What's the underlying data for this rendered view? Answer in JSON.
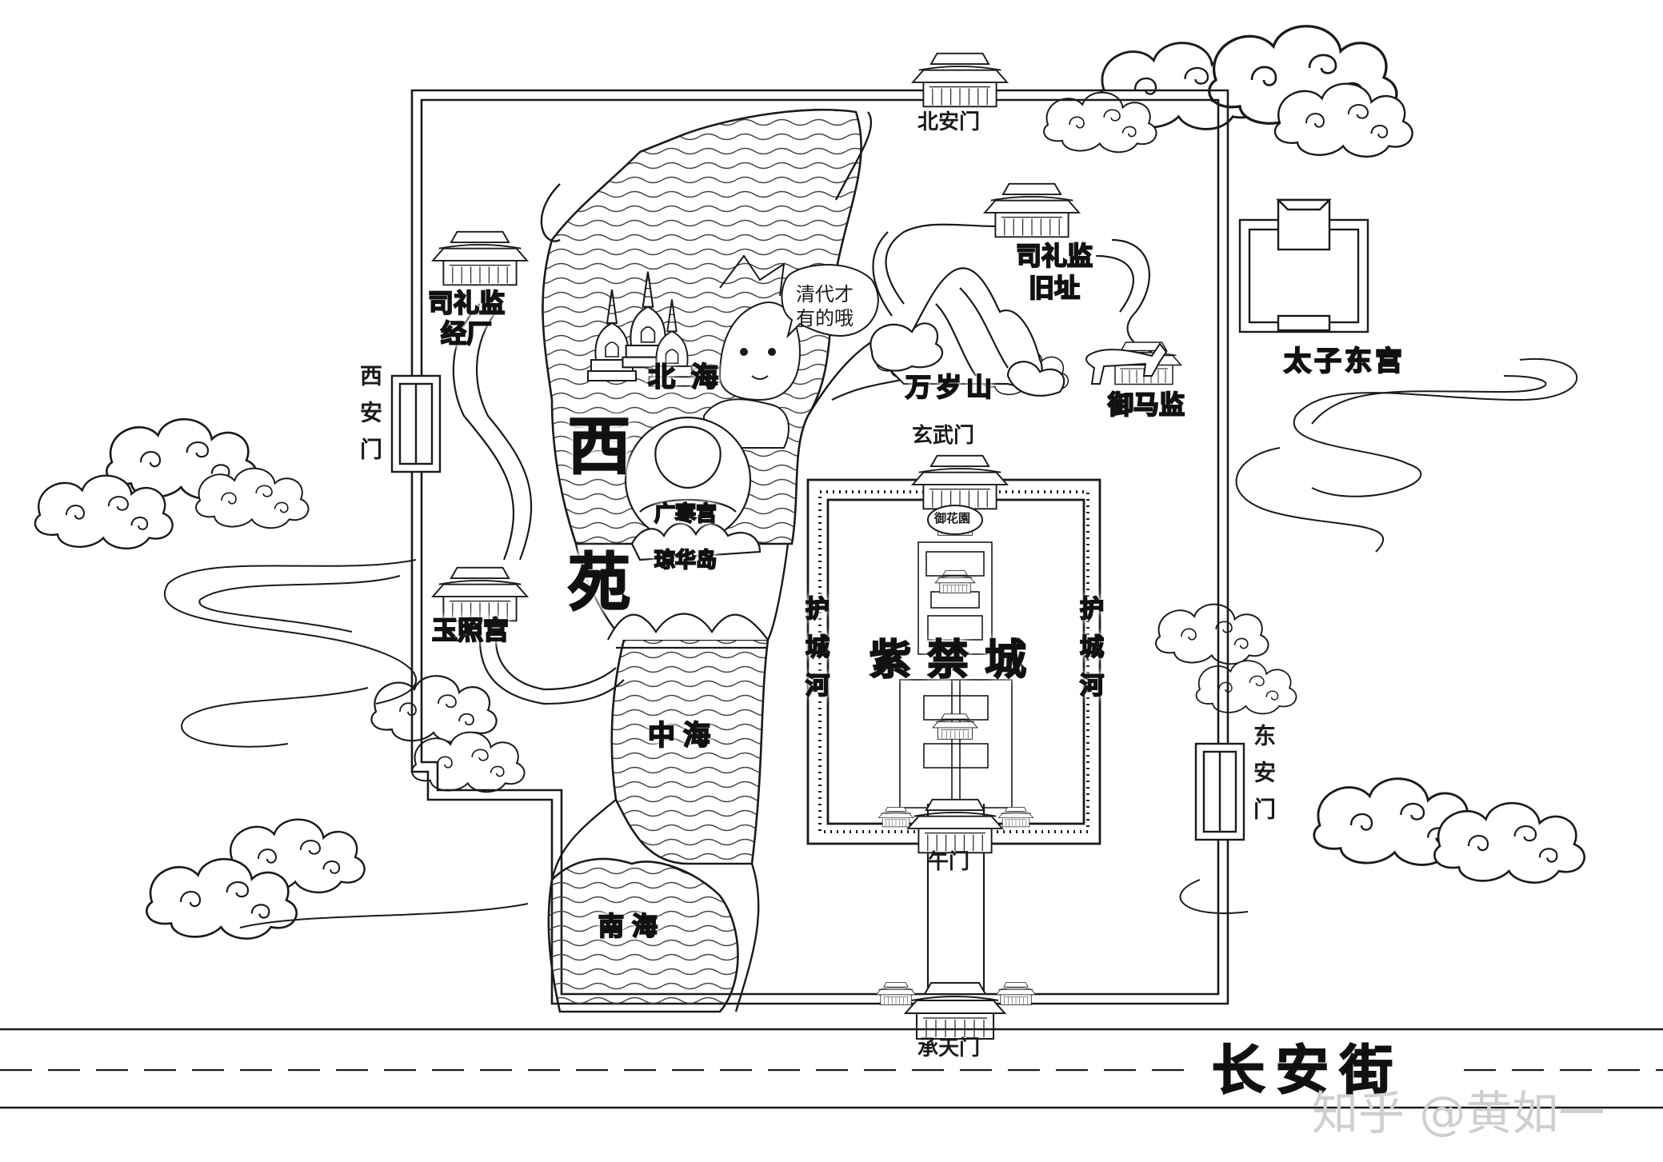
{
  "labels": {
    "north_gate": "北安门",
    "west_gate": "西安门",
    "east_gate": "东安门",
    "xuanwu_gate": "玄武门",
    "wu_gate": "午门",
    "chengtian_gate": "承天门",
    "silijian_jingchang": "司礼监\n经厂",
    "silijian_jiuzhi": "司礼监\n旧址",
    "yuzhao_palace": "玉照宫",
    "beihai": "北海",
    "zhonghai": "中海",
    "nanhai": "南海",
    "xiyuan_xi": "西",
    "xiyuan_yuan": "苑",
    "guanghan_palace": "广寒宫",
    "qionghua_island": "琼华岛",
    "wansui_hill": "万岁山",
    "yumajian": "御马监",
    "taizi_donggong": "太子东宫",
    "forbidden_city": "紫禁城",
    "moat_left": "护城河",
    "moat_right": "护城河",
    "imperial_garden": "御花園",
    "changan_street": "长安街",
    "speech_bubble": "清代才\n有的哦"
  },
  "watermark": "知乎 @黄如一",
  "colors": {
    "ink": "#1a1a1a",
    "paper": "#ffffff",
    "watermark": "#cfcfcf"
  },
  "icons": [
    "cloud-icon",
    "gate-tower-icon",
    "pagoda-icon",
    "mountain-icon",
    "horse-icon",
    "wave-pattern",
    "lady-figure-icon"
  ]
}
